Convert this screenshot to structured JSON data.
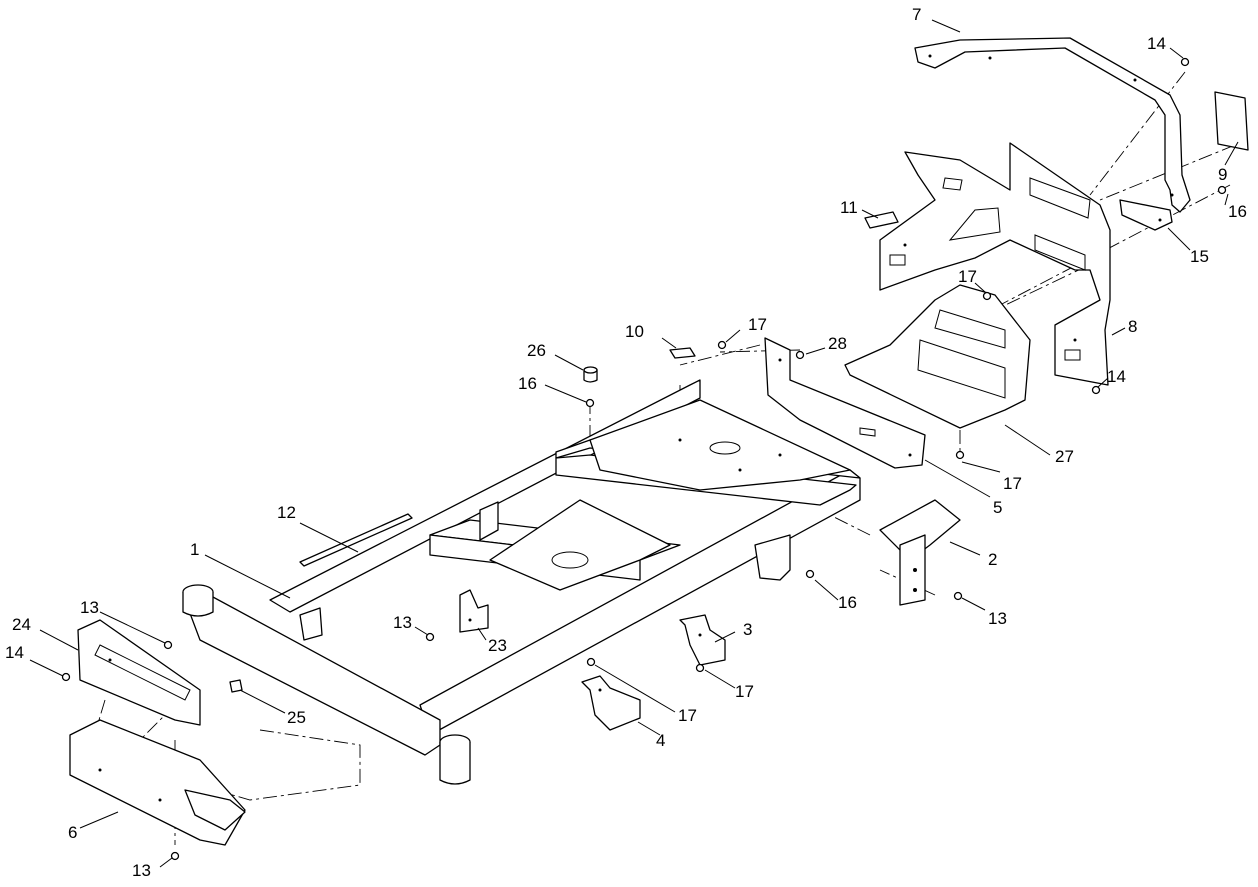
{
  "diagram": {
    "callouts": [
      {
        "id": "c7",
        "label": "7"
      },
      {
        "id": "c14a",
        "label": "14"
      },
      {
        "id": "c9",
        "label": "9"
      },
      {
        "id": "c16a",
        "label": "16"
      },
      {
        "id": "c15",
        "label": "15"
      },
      {
        "id": "c11",
        "label": "11"
      },
      {
        "id": "c17a",
        "label": "17"
      },
      {
        "id": "c8",
        "label": "8"
      },
      {
        "id": "c14b",
        "label": "14"
      },
      {
        "id": "c10",
        "label": "10"
      },
      {
        "id": "c17b",
        "label": "17"
      },
      {
        "id": "c28",
        "label": "28"
      },
      {
        "id": "c26",
        "label": "26"
      },
      {
        "id": "c16b",
        "label": "16"
      },
      {
        "id": "c27",
        "label": "27"
      },
      {
        "id": "c17c",
        "label": "17"
      },
      {
        "id": "c5",
        "label": "5"
      },
      {
        "id": "c12",
        "label": "12"
      },
      {
        "id": "c1",
        "label": "1"
      },
      {
        "id": "c2",
        "label": "2"
      },
      {
        "id": "c16c",
        "label": "16"
      },
      {
        "id": "c13a",
        "label": "13"
      },
      {
        "id": "c13b",
        "label": "13"
      },
      {
        "id": "c23",
        "label": "23"
      },
      {
        "id": "c3",
        "label": "3"
      },
      {
        "id": "c24",
        "label": "24"
      },
      {
        "id": "c13c",
        "label": "13"
      },
      {
        "id": "c14c",
        "label": "14"
      },
      {
        "id": "c25",
        "label": "25"
      },
      {
        "id": "c17d",
        "label": "17"
      },
      {
        "id": "c17e",
        "label": "17"
      },
      {
        "id": "c4",
        "label": "4"
      },
      {
        "id": "c6",
        "label": "6"
      },
      {
        "id": "c13d",
        "label": "13"
      }
    ]
  }
}
